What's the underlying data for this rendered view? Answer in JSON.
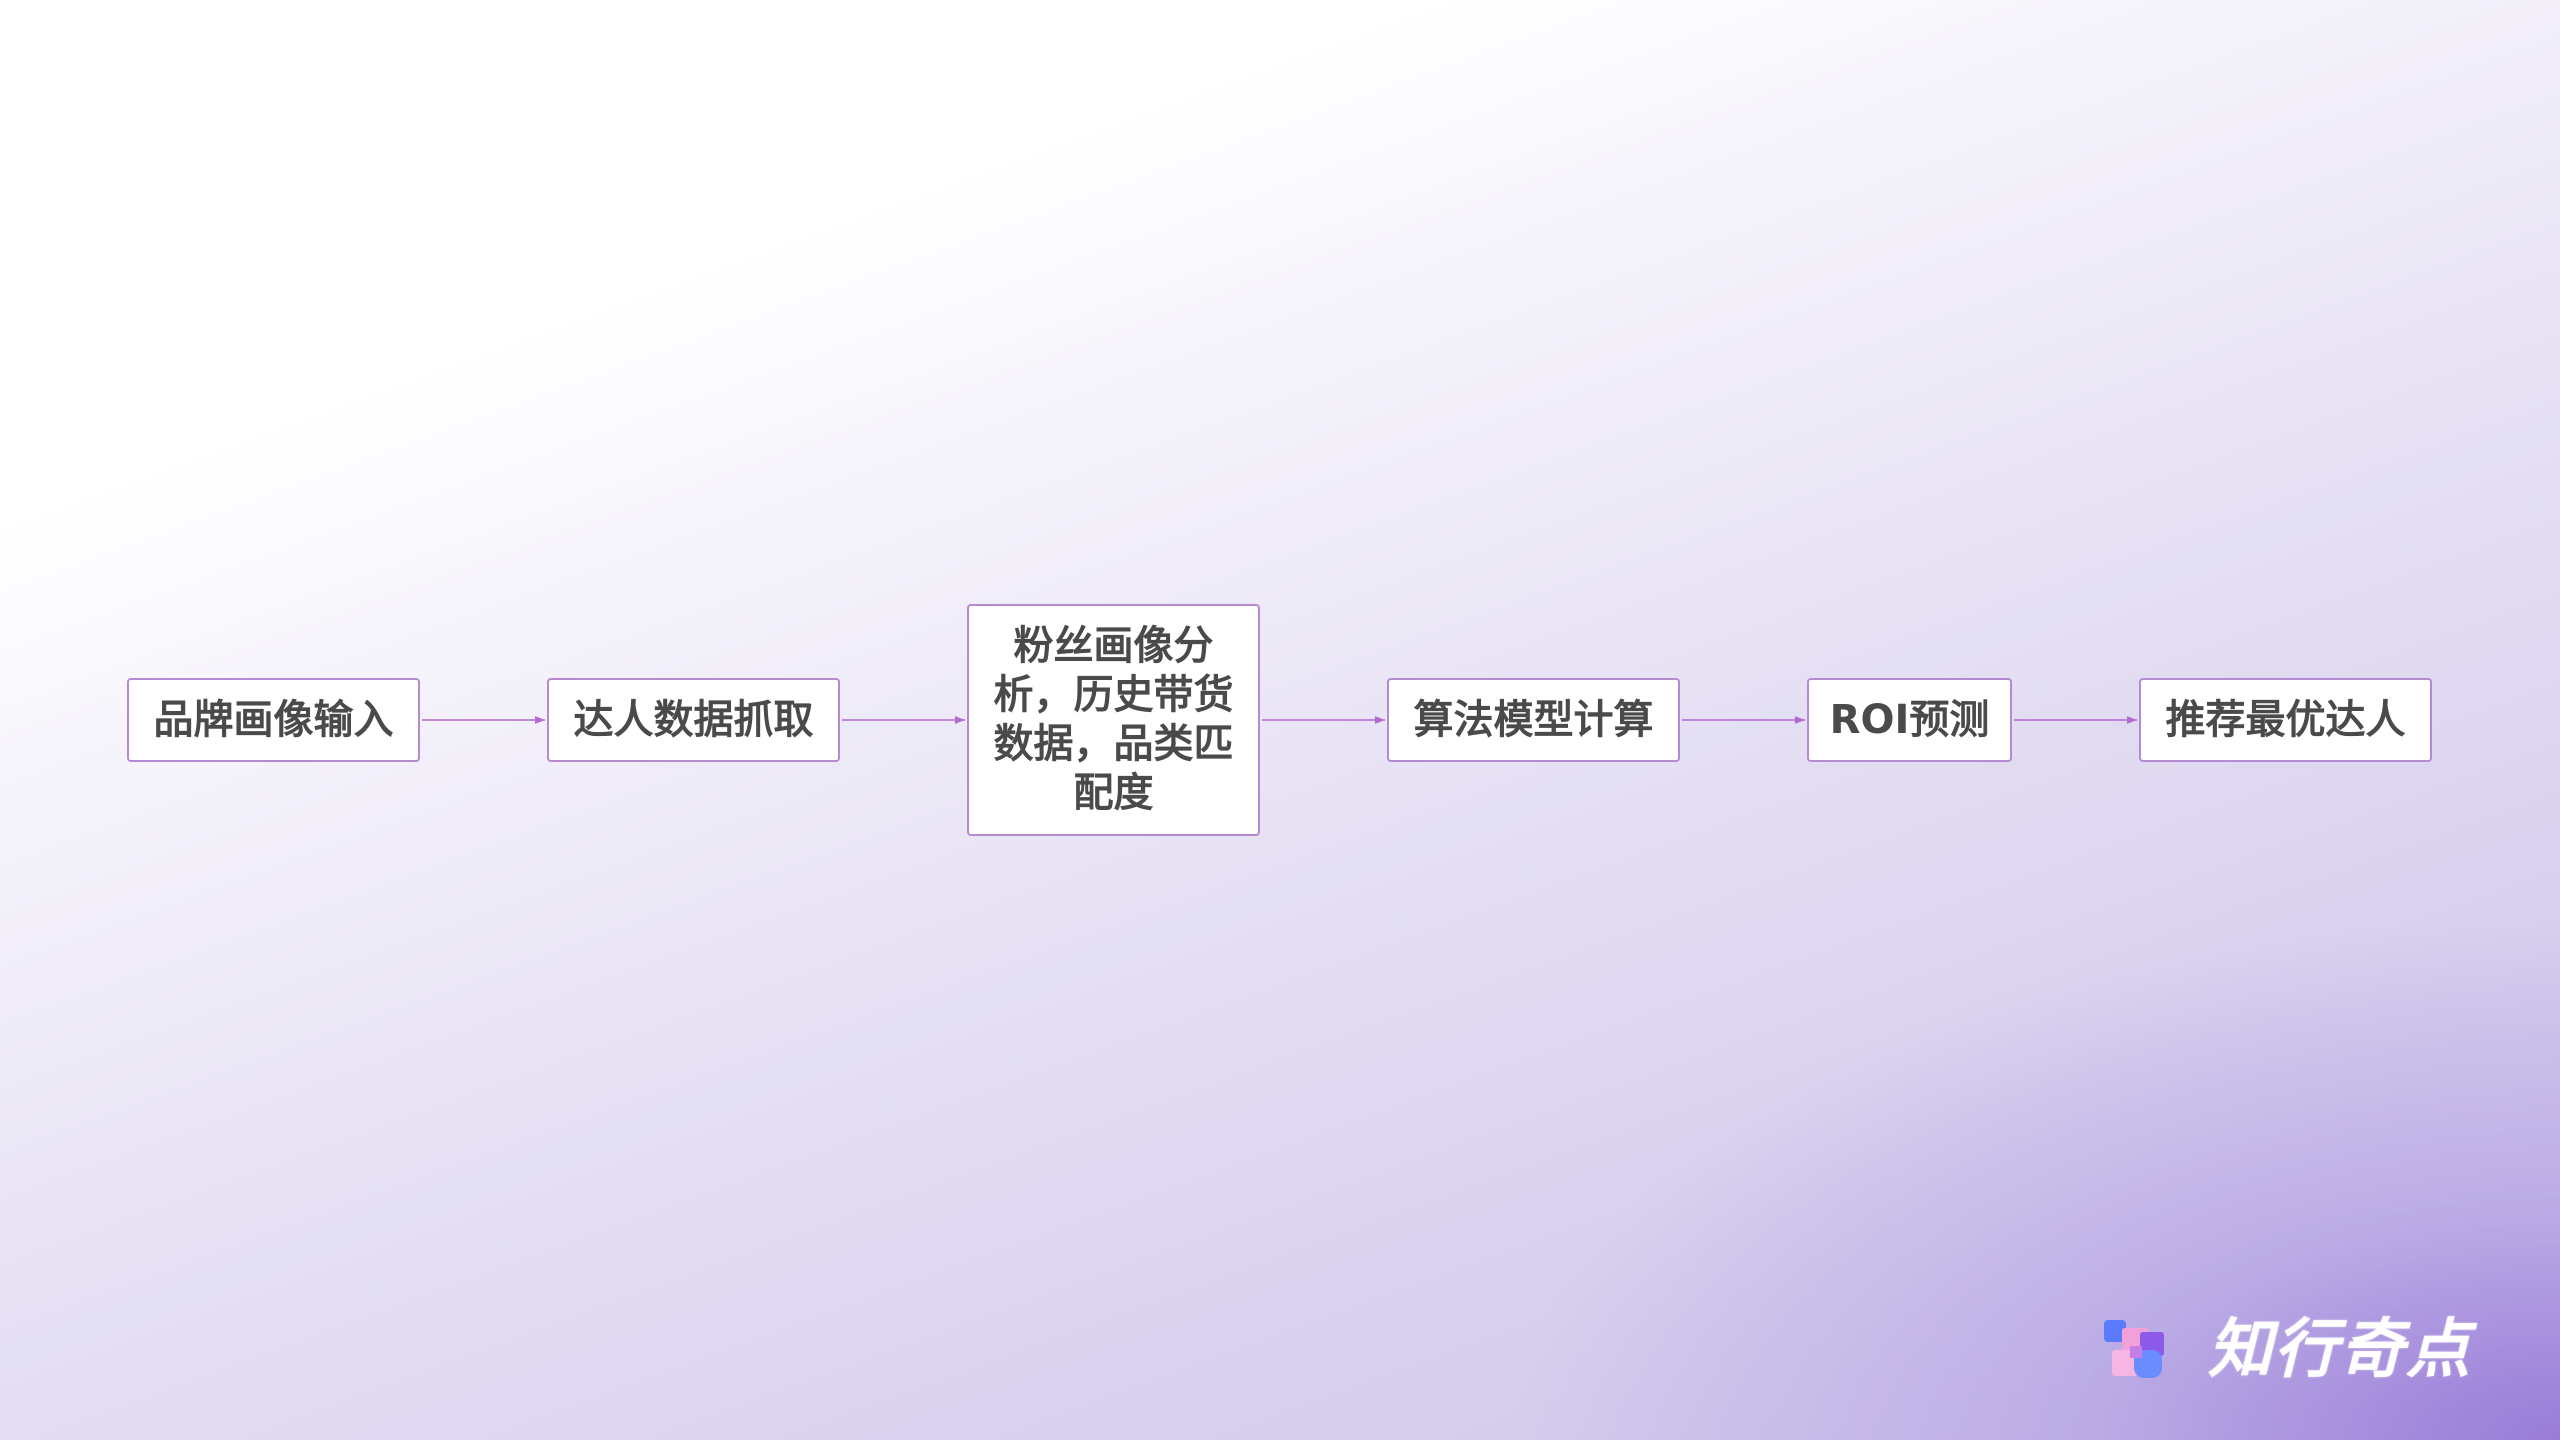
{
  "flow": {
    "steps": [
      {
        "label": "品牌画像输入"
      },
      {
        "label": "达人数据抓取"
      },
      {
        "label": "粉丝画像分析，历史带货数据，品类匹配度"
      },
      {
        "label": "算法模型计算"
      },
      {
        "label": "ROI预测"
      },
      {
        "label": "推荐最优达人"
      }
    ],
    "edges": [
      {
        "from": 0,
        "to": 1
      },
      {
        "from": 1,
        "to": 2
      },
      {
        "from": 2,
        "to": 3
      },
      {
        "from": 3,
        "to": 4
      },
      {
        "from": 4,
        "to": 5
      }
    ]
  },
  "logo": {
    "text": "知行奇点"
  },
  "colors": {
    "node_border": "#b58ad0",
    "node_text": "#4a4a4a",
    "arrow": "#b06ad0",
    "logo_pink": "#f2a0d8",
    "logo_blue": "#5b7bff",
    "logo_purple": "#8b5ae8"
  }
}
